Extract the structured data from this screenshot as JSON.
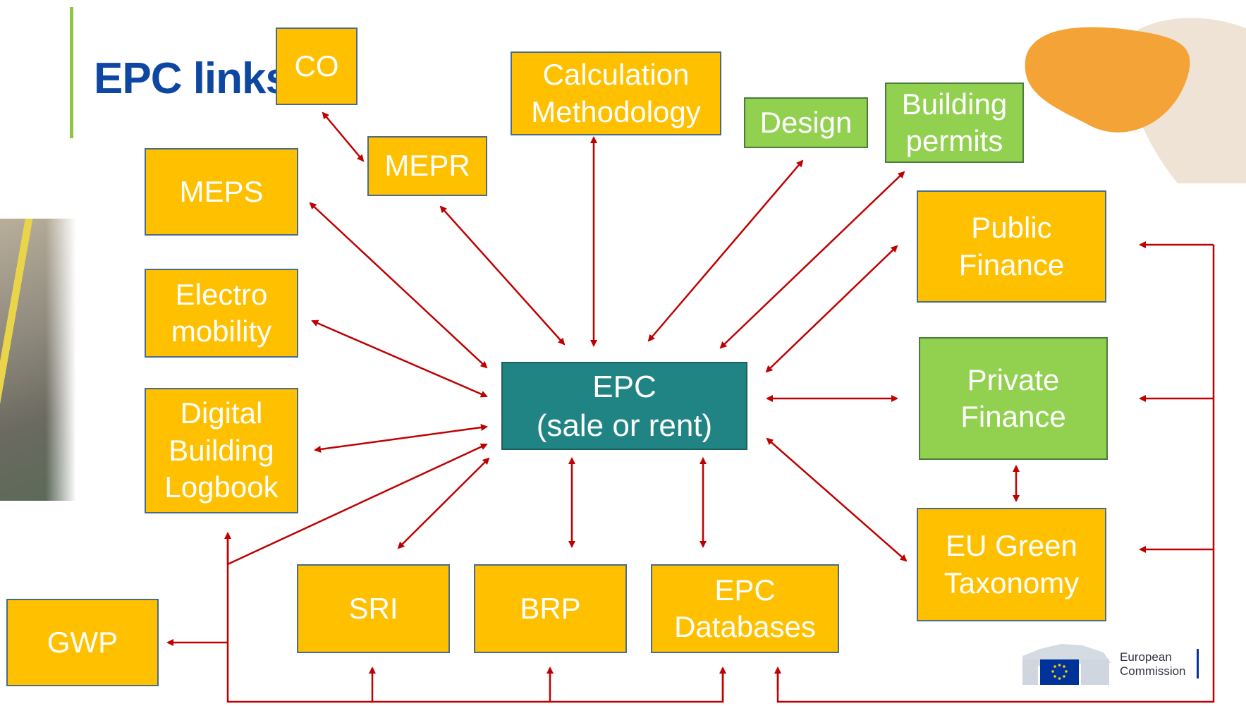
{
  "title": "EPC links",
  "colors": {
    "box_yellow": "#ffc000",
    "box_green": "#92d050",
    "center_teal": "#218484",
    "arrow_red": "#c00000",
    "title_blue": "#0e47a1"
  },
  "nodes": {
    "co": "CO",
    "mepr": "MEPR",
    "calculation_methodology": "Calculation\nMethodology",
    "design": "Design",
    "building_permits": "Building\npermits",
    "meps": "MEPS",
    "electro_mobility": "Electro\nmobility",
    "digital_building_logbook": "Digital\nBuilding\nLogbook",
    "epc_center": "EPC\n(sale or rent)",
    "public_finance": "Public\nFinance",
    "private_finance": "Private\nFinance",
    "eu_green_taxonomy": "EU Green\nTaxonomy",
    "gwp": "GWP",
    "sri": "SRI",
    "brp": "BRP",
    "epc_databases": "EPC\nDatabases"
  },
  "logo": {
    "text": "European\nCommission",
    "icon": "eu-flag-icon"
  }
}
